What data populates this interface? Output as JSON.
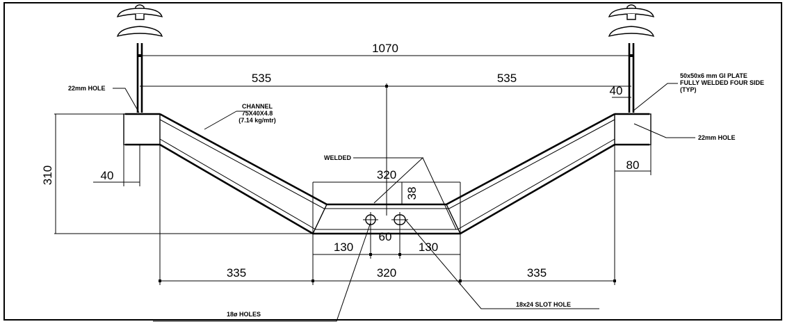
{
  "dimensions": {
    "top_span": "1070",
    "half_left": "535",
    "half_right": "535",
    "height": "310",
    "left_offset": "40",
    "right_offset": "40",
    "right_width": "80",
    "center_top": "320",
    "center_bottom": "320",
    "bottom_left": "335",
    "bottom_right": "335",
    "hole_left": "130",
    "hole_right": "130",
    "hole_gap": "60",
    "web_depth": "38"
  },
  "notes": {
    "hole_22_left": "22mm HOLE",
    "hole_22_right": "22mm HOLE",
    "channel_line1": "CHANNEL",
    "channel_line2": "75X40X4.8",
    "channel_line3": "(7.14 kg/mtr)",
    "plate_line1": "50x50x6 mm GI PLATE",
    "plate_line2": "FULLY WELDED FOUR SIDE",
    "plate_line3": "(TYP)",
    "welded": "WELDED",
    "holes_18": "18ø HOLES",
    "slot_hole": "18x24 SLOT HOLE"
  },
  "icons": {
    "insulator": "pin-insulator-icon"
  }
}
